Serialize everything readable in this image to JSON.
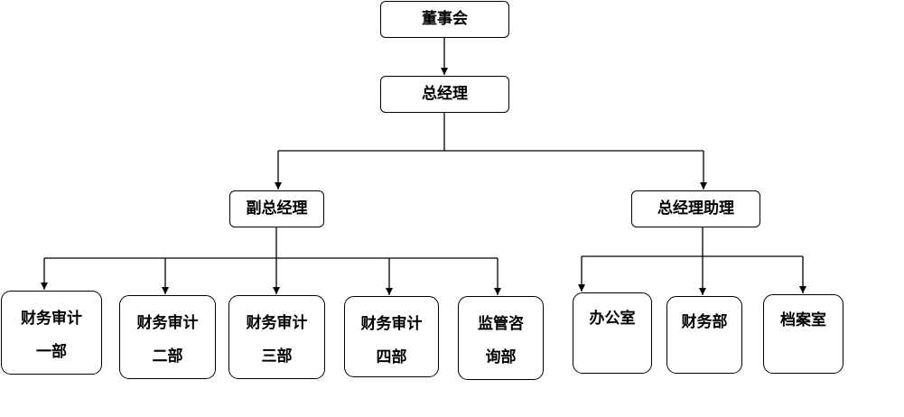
{
  "nodes": {
    "board": {
      "label": "董事会"
    },
    "general_manager": {
      "label": "总经理"
    },
    "deputy_general_manager": {
      "label": "副总经理"
    },
    "assistant_general_manager": {
      "label": "总经理助理"
    },
    "finance_audit_1": {
      "line1": "财务审计",
      "line2": "一部"
    },
    "finance_audit_2": {
      "line1": "财务审计",
      "line2": "二部"
    },
    "finance_audit_3": {
      "line1": "财务审计",
      "line2": "三部"
    },
    "finance_audit_4": {
      "line1": "财务审计",
      "line2": "四部"
    },
    "supervision_consulting": {
      "line1": "监管咨",
      "line2": "询部"
    },
    "office": {
      "label": "办公室"
    },
    "finance_dept": {
      "label": "财务部"
    },
    "archive_room": {
      "label": "档案室"
    }
  }
}
